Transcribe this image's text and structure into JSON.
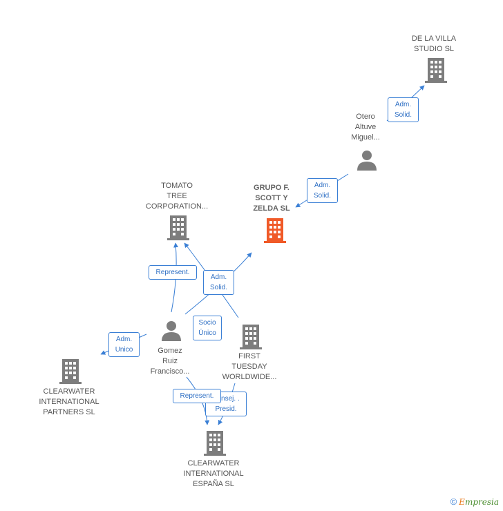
{
  "colors": {
    "node_gray": "#7d7d7d",
    "node_focus": "#f05a28",
    "edge_blue": "#3a7fd5"
  },
  "nodes": {
    "de_la_villa": {
      "type": "company",
      "lines": [
        "DE LA VILLA",
        "STUDIO  SL"
      ]
    },
    "otero": {
      "type": "person",
      "lines": [
        "Otero",
        "Altuve",
        "Miguel..."
      ]
    },
    "grupo_f_scott": {
      "type": "company-focus",
      "lines": [
        "GRUPO F.",
        "SCOTT Y",
        "ZELDA  SL"
      ]
    },
    "tomato_tree": {
      "type": "company",
      "lines": [
        "TOMATO",
        "TREE",
        "CORPORATION..."
      ]
    },
    "gomez_ruiz": {
      "type": "person",
      "lines": [
        "Gomez",
        "Ruiz",
        "Francisco..."
      ]
    },
    "first_tuesday": {
      "type": "company",
      "lines": [
        "FIRST",
        "TUESDAY",
        "WORLDWIDE..."
      ]
    },
    "clearwater_partners": {
      "type": "company",
      "lines": [
        "CLEARWATER",
        "INTERNATIONAL",
        "PARTNERS  SL"
      ]
    },
    "clearwater_espana": {
      "type": "company",
      "lines": [
        "CLEARWATER",
        "INTERNATIONAL",
        "ESPAÑA  SL"
      ]
    }
  },
  "edge_labels": {
    "otero_delavilla": [
      "Adm.",
      "Solid."
    ],
    "otero_grupo": [
      "Adm.",
      "Solid."
    ],
    "gomez_tomato_represent": [
      "Represent."
    ],
    "gomez_grupo_adm": [
      "Adm.",
      "Solid."
    ],
    "first_tomato_socio": [
      "Socio",
      "Único"
    ],
    "gomez_partners": [
      "Adm.",
      "Unico"
    ],
    "gomez_espana_represent": [
      "Represent."
    ],
    "first_espana_consej": [
      "Consej. .",
      "Presid."
    ]
  },
  "footer": {
    "copyright": "©",
    "brand_first": "E",
    "brand_rest": "mpresia"
  }
}
